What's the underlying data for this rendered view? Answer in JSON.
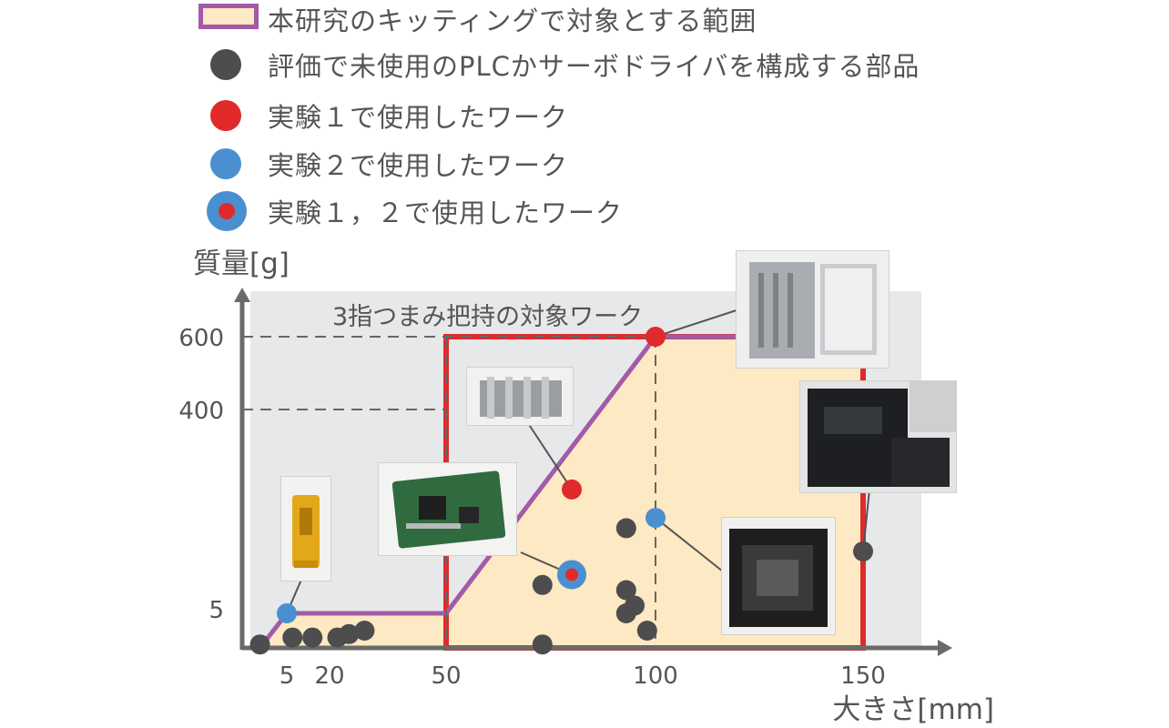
{
  "legend": {
    "range_label": "本研究のキッティングで対象とする範囲",
    "gray_label": "評価で未使用のPLCかサーボドライバを構成する部品",
    "red_label": "実験１で使用したワーク",
    "blue_label": "実験２で使用したワーク",
    "both_label": "実験１，２で使用したワーク"
  },
  "colors": {
    "range_fill": "#fde9c3",
    "range_border": "#a35aa7",
    "grip_border": "#e02a2a",
    "gray_point": "#4d4d4d",
    "red_point": "#e02a2a",
    "blue_point": "#4a90d0",
    "background_panel": "#e7e8ea"
  },
  "chart_data": {
    "type": "scatter",
    "xlabel": "大きさ[mm]",
    "ylabel": "質量[g]",
    "x_ticks": [
      "5",
      "20",
      "50",
      "100",
      "150"
    ],
    "y_ticks": [
      "5",
      "400",
      "600"
    ],
    "annotation": "3指つまみ把持の対象ワーク",
    "kitting_range_curve": [
      [
        2,
        0
      ],
      [
        5,
        5
      ],
      [
        50,
        5
      ],
      [
        100,
        600
      ],
      [
        150,
        600
      ]
    ],
    "three_finger_region": {
      "x": [
        50,
        150
      ],
      "y": [
        0,
        600
      ]
    },
    "series": [
      {
        "name": "評価で未使用のPLCかサーボドライバを構成する部品",
        "kind": "gray",
        "points": [
          [
            2,
            0.5
          ],
          [
            7,
            1.5
          ],
          [
            14,
            1.5
          ],
          [
            22,
            1.5
          ],
          [
            25,
            2
          ],
          [
            29,
            2.5
          ],
          [
            73,
            0.5
          ],
          [
            73,
            60
          ],
          [
            93,
            5
          ],
          [
            93,
            170
          ],
          [
            93,
            50
          ],
          [
            95,
            20
          ],
          [
            98,
            2.5
          ],
          [
            150,
            125
          ]
        ]
      },
      {
        "name": "実験１で使用したワーク",
        "kind": "red",
        "points": [
          [
            80,
            245
          ],
          [
            100,
            600
          ]
        ]
      },
      {
        "name": "実験２で使用したワーク",
        "kind": "blue",
        "points": [
          [
            5,
            5
          ],
          [
            100,
            190
          ]
        ]
      },
      {
        "name": "実験１，２で使用したワーク",
        "kind": "both",
        "points": [
          [
            80,
            80
          ]
        ]
      }
    ]
  },
  "photos": [
    {
      "name": "yellow-connector-photo"
    },
    {
      "name": "circuit-board-photo"
    },
    {
      "name": "heatsink-photo"
    },
    {
      "name": "aluminum-frame-photo"
    },
    {
      "name": "servo-driver-photo"
    },
    {
      "name": "black-housing-photo"
    }
  ]
}
